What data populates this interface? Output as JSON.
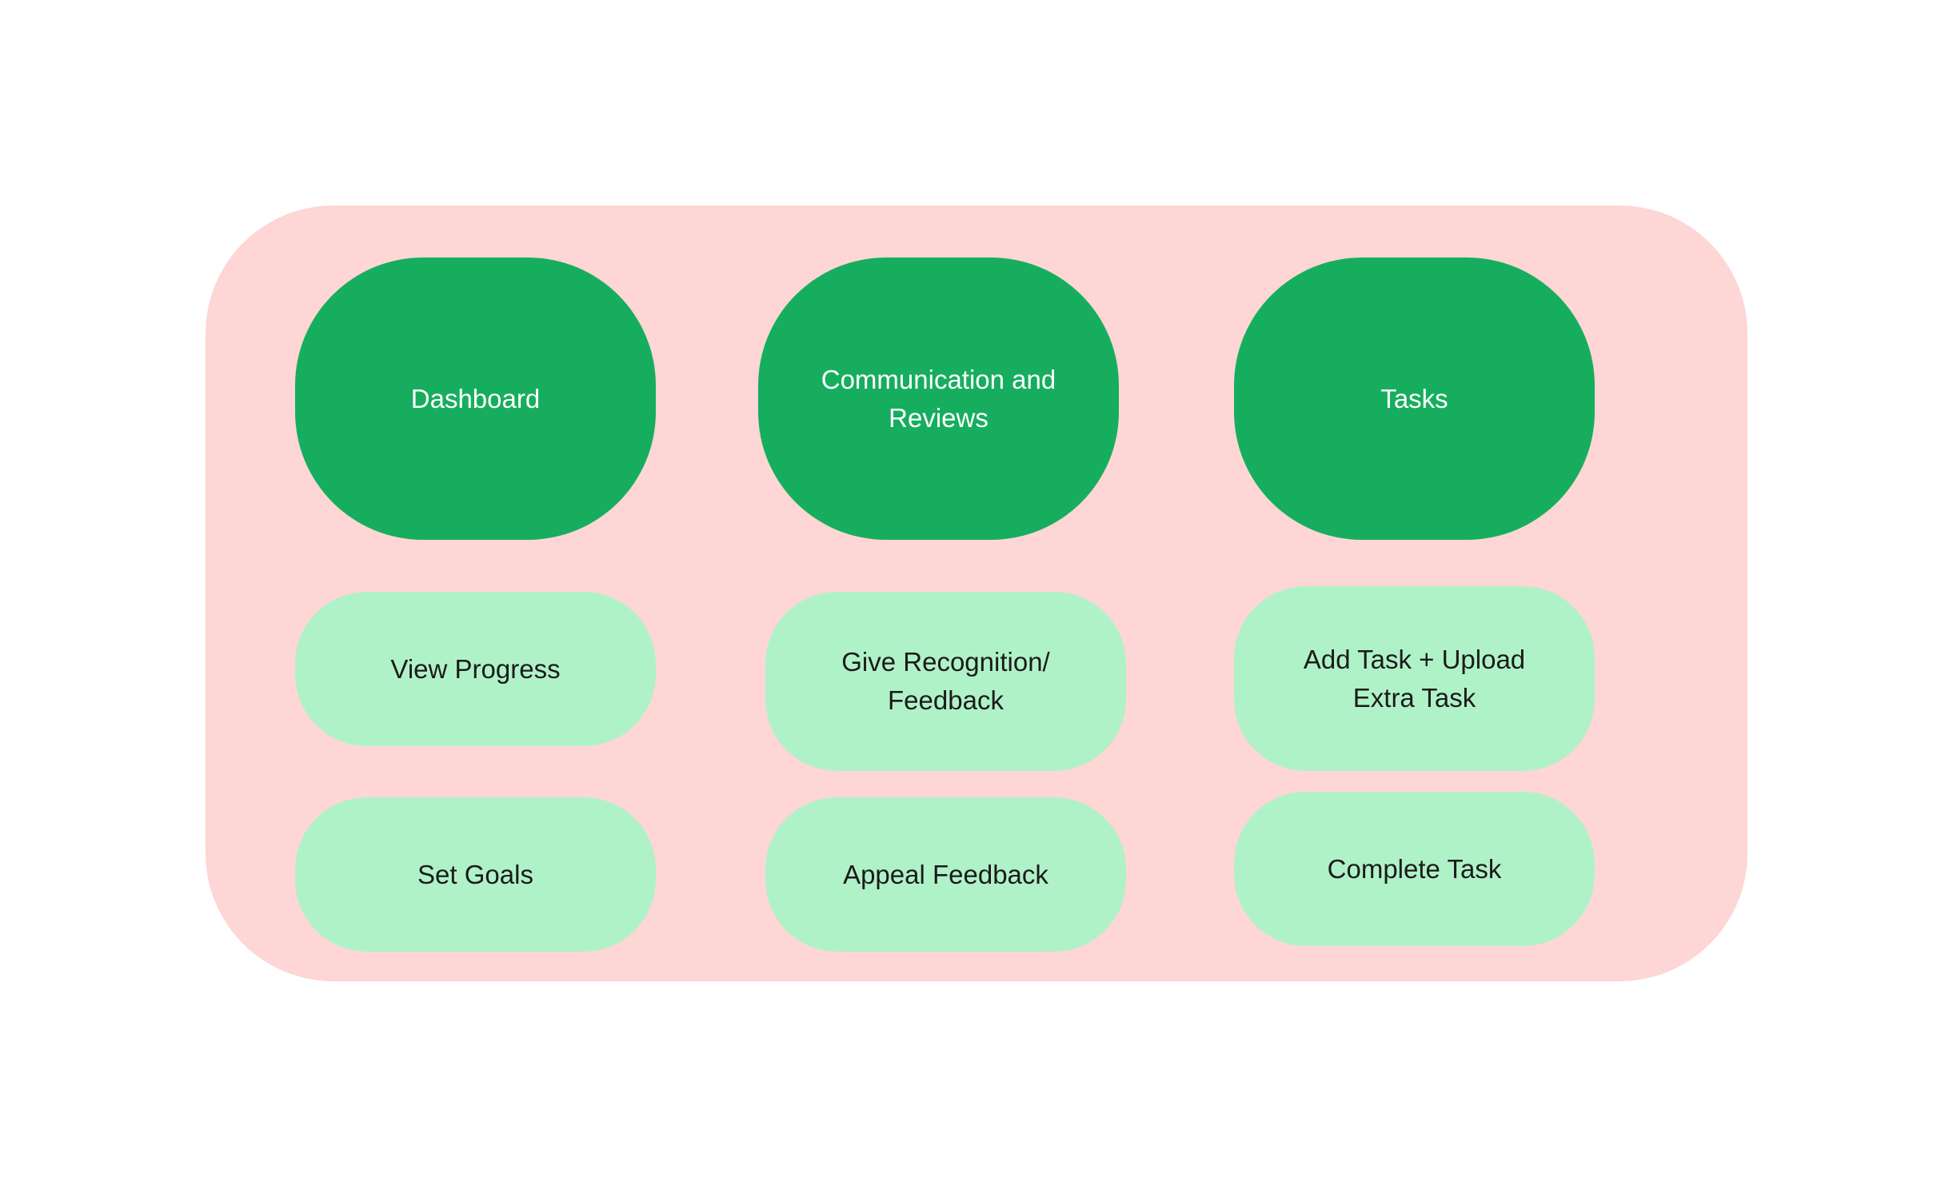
{
  "colors": {
    "background": "#ffffff",
    "panel": "#fdd6d5",
    "category": "#16ae5e",
    "category_text": "#ffffff",
    "item": "#b0f2c8",
    "item_text": "#1b1b1b"
  },
  "columns": [
    {
      "title": "Dashboard",
      "items": [
        "View Progress",
        "Set Goals"
      ]
    },
    {
      "title": "Communication and\nReviews",
      "items": [
        "Give Recognition/\nFeedback",
        "Appeal Feedback"
      ]
    },
    {
      "title": "Tasks",
      "items": [
        "Add Task + Upload\nExtra Task",
        "Complete Task"
      ]
    }
  ]
}
